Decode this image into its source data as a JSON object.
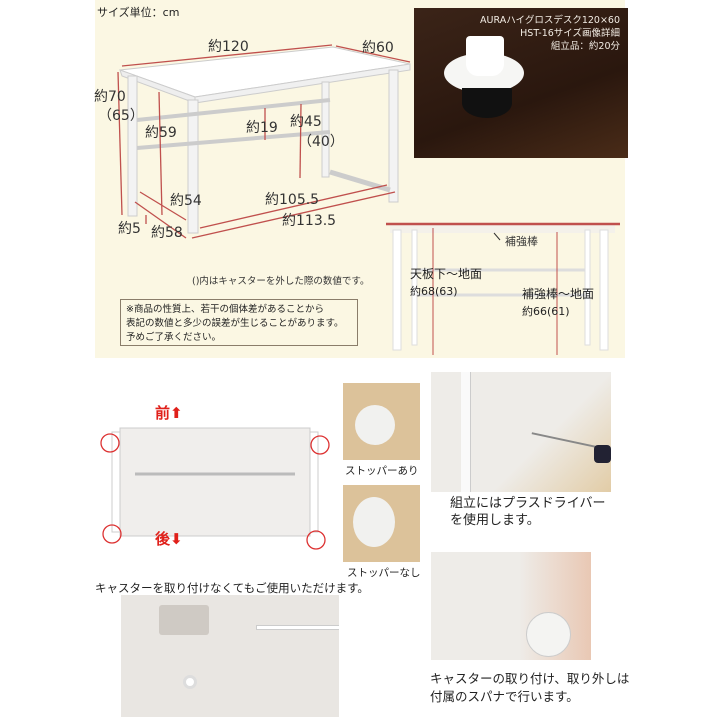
{
  "size_unit": "サイズ単位：cm",
  "dimensions": {
    "width": "約120",
    "depth": "約60",
    "height": "約70",
    "height_no_caster": "（65）",
    "leg_height": "約59",
    "brace_height": "約19",
    "brace_to_floor": "約45",
    "brace_to_floor_no_caster": "（40）",
    "inner_depth": "約54",
    "inner_width": "約105.5",
    "caster": "約5",
    "outer_depth": "約58",
    "outer_width": "約113.5"
  },
  "photo_caption": {
    "line1": "AURAハイグロスデスク120×60",
    "line2": "HST-16サイズ画像詳細",
    "line3": "組立品：約20分"
  },
  "front_view": {
    "brace": "補強棒",
    "top_to_floor_label": "天板下～地面",
    "top_to_floor_value": "約68(63)",
    "brace_to_floor_label": "補強棒～地面",
    "brace_to_floor_value": "約66(61)"
  },
  "caster_note": "()内はキャスターを外した際の数値です。",
  "disclaimer": [
    "※商品の性質上、若干の個体差があることから",
    "表記の数値と多少の誤差が生じることがあります。",
    "予めご了承ください。"
  ],
  "underside": {
    "front": "前",
    "back": "後"
  },
  "stopper_yes": "ストッパーあり",
  "stopper_no": "ストッパーなし",
  "screwdriver": [
    "組立にはプラスドライバー",
    "を使用します。"
  ],
  "without_caster": "キャスターを取り付けなくてもご使用いただけます。",
  "spanner": [
    "キャスターの取り付け、取り外しは",
    "付属のスパナで行います。"
  ],
  "colors": {
    "panel": "#fbf7e3",
    "dim_line": "#c0504d",
    "accent": "#e0201a"
  }
}
